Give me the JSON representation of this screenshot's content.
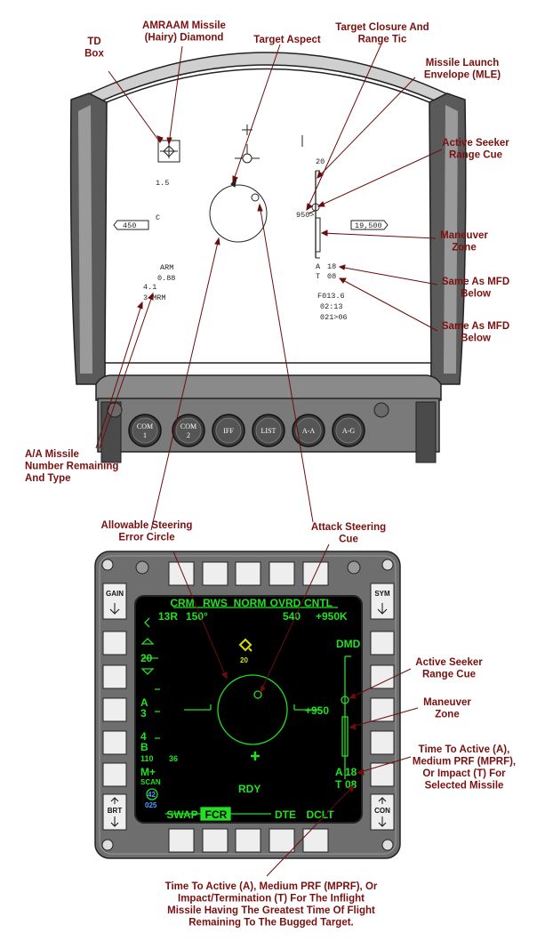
{
  "callouts": {
    "td_box": [
      "TD",
      "Box"
    ],
    "amraam": [
      "AMRAAM Missile",
      "(Hairy) Diamond"
    ],
    "target_aspect": [
      "Target Aspect"
    ],
    "closure": [
      "Target Closure And",
      "Range Tic"
    ],
    "mle": [
      "Missile Launch",
      "Envelope (MLE)"
    ],
    "seeker_hud": [
      "Active Seeker",
      "Range Cue"
    ],
    "maneuver_hud": [
      "Maneuver",
      "Zone"
    ],
    "same_mfd_1": [
      "Same As MFD",
      "Below"
    ],
    "same_mfd_2": [
      "Same As MFD",
      "Below"
    ],
    "missile_remaining": [
      "A/A Missile",
      "Number Remaining",
      "And Type"
    ],
    "asec": [
      "Allowable Steering",
      "Error Circle"
    ],
    "attack_steering": [
      "Attack Steering",
      "Cue"
    ],
    "seeker_mfd": [
      "Active Seeker",
      "Range Cue"
    ],
    "maneuver_mfd": [
      "Maneuver",
      "Zone"
    ],
    "time_selected": [
      "Time To Active (A),",
      "Medium PRF (MPRF),",
      "Or  Impact (T) For",
      "Selected Missile"
    ],
    "time_inflight": [
      "Time To Active (A), Medium PRF (MPRF), Or",
      "Impact/Termination (T) For The Inflight",
      "Missile  Having The Greatest Time Of Flight",
      "Remaining To The Bugged Target."
    ]
  },
  "hud": {
    "range_scale_top": "20",
    "td_range": "1.5",
    "airspeed": "450",
    "mode_c": "C",
    "closure": "950>",
    "altitude": "19,500",
    "arm": "ARM",
    "gload": "0.88",
    "missile_count": "4.1",
    "missile_type": "3 MRM",
    "a_time_label": "A",
    "a_time": "18",
    "t_time_label": "T",
    "t_time": "08",
    "fuel": "F013.6",
    "clock": "02:13",
    "steerpoint": "021>06"
  },
  "hud_buttons": [
    {
      "l1": "COM",
      "l2": "1"
    },
    {
      "l1": "COM",
      "l2": "2"
    },
    {
      "l1": "IFF",
      "l2": ""
    },
    {
      "l1": "LIST",
      "l2": ""
    },
    {
      "l1": "A-A",
      "l2": ""
    },
    {
      "l1": "A-G",
      "l2": ""
    }
  ],
  "mfd": {
    "top_labels": [
      "CRM",
      "RWS",
      "NORM",
      "OVRD",
      "CNTL"
    ],
    "range": "13R",
    "azimuth": "150°",
    "closure_top": "540",
    "closure_right": "+950K",
    "dmd": "DMD",
    "scale_top": "20",
    "target_alt": "20",
    "closure_cue": "+950",
    "a_label": "A",
    "a_value": "3",
    "bars_value": "4",
    "bars_b": "B",
    "rng_small": "110",
    "rng_small2": "36",
    "mscan": "M+",
    "scan": "SCAN",
    "sel_a_label": "A",
    "sel_a": "18",
    "sel_t_label": "T",
    "sel_t": "08",
    "rdy": "RDY",
    "bug_a": "42",
    "bug_b": "025",
    "bottom_labels": [
      "SWAP",
      "FCR",
      "DTE",
      "DCLT"
    ],
    "rockers": {
      "gain": "GAIN",
      "sym": "SYM",
      "brt": "BRT",
      "con": "CON"
    }
  },
  "colors": {
    "callout": "#7a1010",
    "mfd_symbology": "#22e022",
    "mfd_screen": "#000000",
    "bezel": "#6e6e6e"
  }
}
